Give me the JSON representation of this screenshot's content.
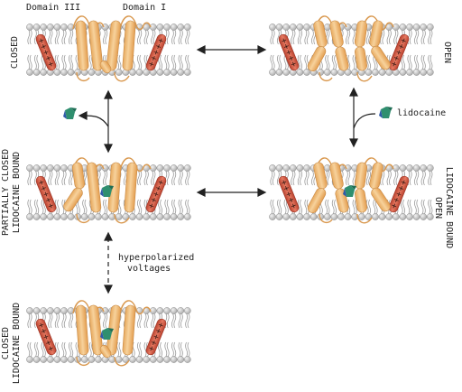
{
  "labels": {
    "domain_iii": "Domain III",
    "domain_i": "Domain I",
    "closed": "CLOSED",
    "open": "OPEN",
    "partially_closed_1": "PARTIALLY CLOSED",
    "partially_closed_2": "LIDOCAINE BOUND",
    "open_bound_1": "OPEN",
    "open_bound_2": "LIDOCAINE BOUND",
    "closed_bound_1": "CLOSED",
    "closed_bound_2": "LIDOCAINE BOUND",
    "lidocaine": "lidocaine",
    "hyperpolarized_1": "hyperpolarized",
    "hyperpolarized_2": "voltages"
  },
  "colors": {
    "membrane_head": "#c3c3c3",
    "helix_orange": "#f2c280",
    "voltage_sensor": "#d9604a",
    "lidocaine_green": "#2f8f6f",
    "lidocaine_blue": "#2f5aa8"
  }
}
